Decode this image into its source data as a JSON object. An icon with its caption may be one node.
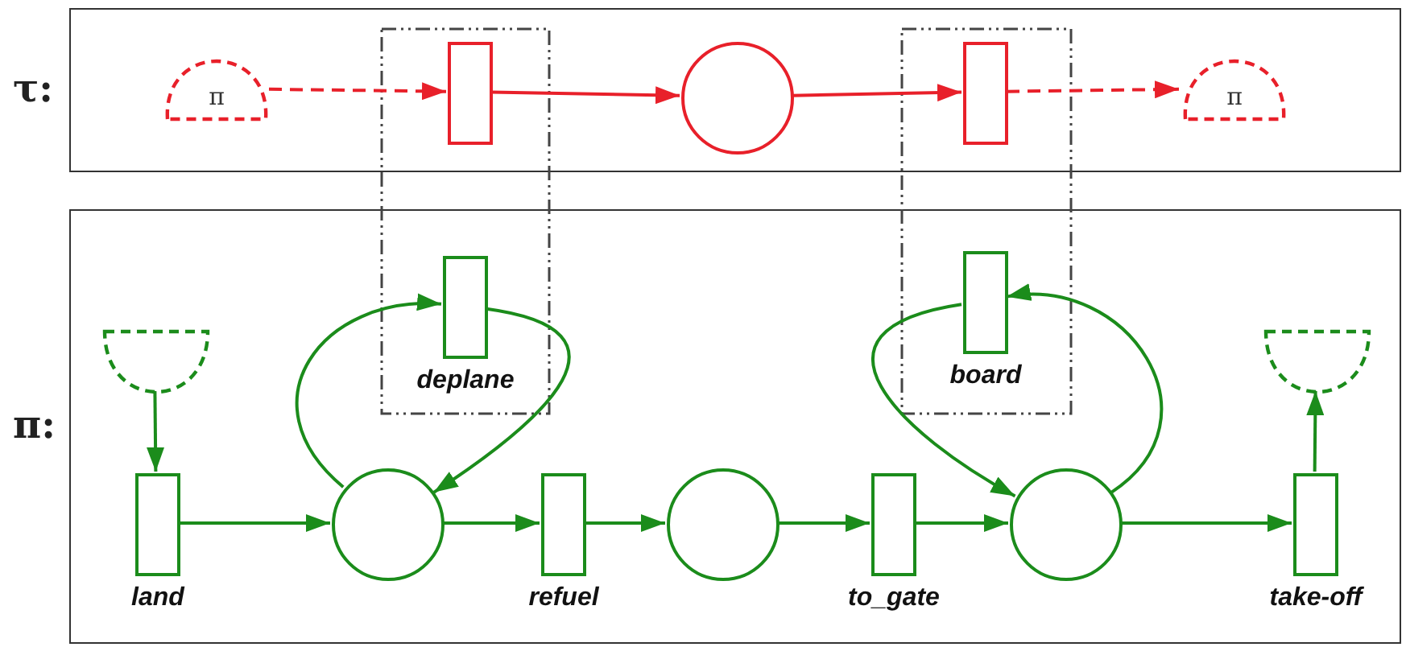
{
  "diagram": {
    "nodes": [
      {
        "text": [
          "τ:"
        ]
      },
      {
        "text": [
          "π"
        ],
        "in": 0
      },
      {
        "text": [],
        "shape": "box",
        "in": 0
      },
      {
        "text": [],
        "shape": "circle",
        "in": 0
      },
      {
        "text": [],
        "shape": "box",
        "in": 0
      },
      {
        "text": [
          "π"
        ],
        "in": 0
      },
      {
        "text": [
          "π:"
        ]
      },
      {
        "text": [],
        "shape": "semicircle",
        "in": 6
      },
      {
        "text": [],
        "shape": "box",
        "in": 6,
        "beside": [
          "land"
        ]
      },
      {
        "text": [],
        "shape": "circle",
        "in": 6
      },
      {
        "text": [],
        "shape": "box",
        "in": 6,
        "beside": [
          "deplane"
        ]
      },
      {
        "text": [],
        "shape": "box",
        "in": 6,
        "beside": [
          "refuel"
        ]
      },
      {
        "text": [],
        "shape": "circle",
        "in": 6
      },
      {
        "text": [],
        "shape": "box",
        "in": 6,
        "beside": [
          "to_gate"
        ]
      },
      {
        "text": [],
        "shape": "circle",
        "in": 6
      },
      {
        "text": [],
        "shape": "box",
        "in": 6,
        "beside": [
          "board"
        ]
      },
      {
        "text": [],
        "shape": "box",
        "in": 6,
        "beside": [
          "take-off"
        ]
      },
      {
        "text": [],
        "shape": "semicircle",
        "in": 6
      }
    ],
    "edges": [
      {
        "from": 1,
        "to": 2,
        "arrow": "to",
        "style": "dashed",
        "color": "#e8202a"
      },
      {
        "from": 2,
        "to": 3,
        "arrow": "to",
        "color": "#e8202a"
      },
      {
        "from": 3,
        "to": 4,
        "arrow": "to",
        "color": "#e8202a"
      },
      {
        "from": 4,
        "to": 5,
        "arrow": "to",
        "style": "dashed",
        "color": "#e8202a"
      },
      {
        "from": 7,
        "to": 8,
        "arrow": "to"
      },
      {
        "from": 8,
        "to": 9,
        "arrow": "to"
      },
      {
        "from": 9,
        "to": 10,
        "arrow": "to"
      },
      {
        "from": 10,
        "to": 9,
        "arrow": "to"
      },
      {
        "from": 9,
        "to": 11,
        "arrow": "to"
      },
      {
        "from": 11,
        "to": 12,
        "arrow": "to"
      },
      {
        "from": 12,
        "to": 13,
        "arrow": "to"
      },
      {
        "from": 13,
        "to": 14,
        "arrow": "to"
      },
      {
        "from": 14,
        "to": 15,
        "arrow": "to"
      },
      {
        "from": 15,
        "to": 14,
        "arrow": "to"
      },
      {
        "from": 14,
        "to": 16,
        "arrow": "to"
      },
      {
        "from": 16,
        "to": 17,
        "arrow": "to"
      }
    ]
  }
}
